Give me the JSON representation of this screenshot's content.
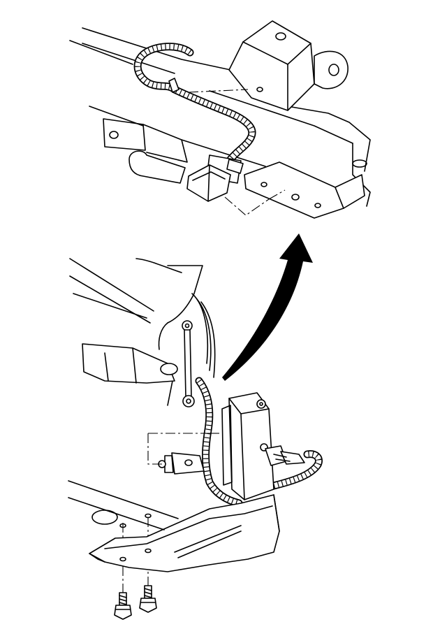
{
  "figure": {
    "type": "technical-line-illustration",
    "background": "#ffffff",
    "line_color": "#000000",
    "views": [
      {
        "name": "detail-view-sensor-mounted-on-frame",
        "labels": []
      },
      {
        "name": "assembly-view-sensor-bracket-and-link",
        "labels": []
      }
    ],
    "callout_arrow": {
      "direction": "up",
      "meaning": "detail-reference"
    },
    "fasteners": {
      "bolt_count": 2
    }
  }
}
